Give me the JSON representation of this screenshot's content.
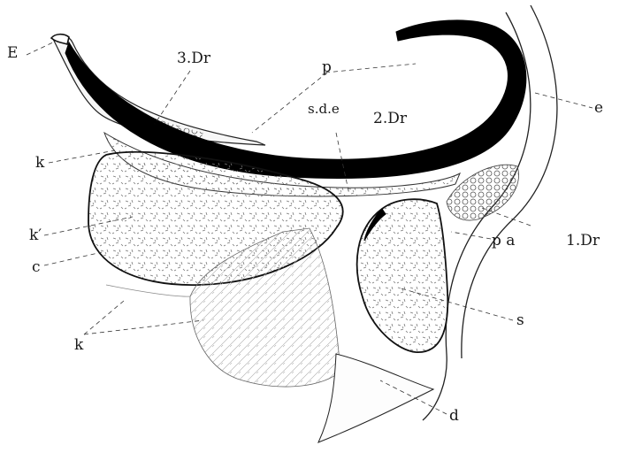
{
  "figure": {
    "labels": {
      "E": "E",
      "dr3": "3.Dr",
      "p": "p",
      "sde": "s.d.e",
      "dr2": "2.Dr",
      "e": "e",
      "k_top": "k",
      "k_prime": "k′",
      "c": "c",
      "k_bottom": "k",
      "pa": "p a",
      "dr1": "1.Dr",
      "s": "s",
      "d": "d"
    }
  }
}
